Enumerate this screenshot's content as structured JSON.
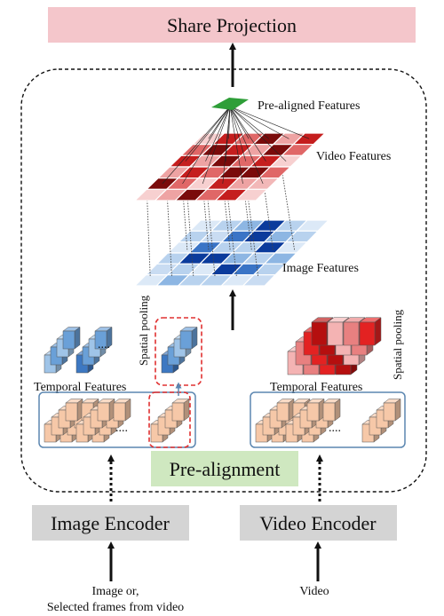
{
  "boxes": {
    "share_projection": "Share Projection",
    "pre_alignment": "Pre-alignment",
    "image_encoder": "Image Encoder",
    "video_encoder": "Video Encoder"
  },
  "labels": {
    "pre_aligned_features": "Pre-aligned Features",
    "video_features": "Video Features",
    "image_features": "Image Features",
    "temporal_features_left": "Temporal Features",
    "temporal_features_right": "Temporal Features",
    "spatial_pooling_left": "Spatial pooling",
    "spatial_pooling_right": "Spatial pooling",
    "ellipsis_1": "....",
    "ellipsis_2": "....",
    "ellipsis_3": "....",
    "ellipsis_4": "...."
  },
  "inputs": {
    "image_line1": "Image or,",
    "image_line2": "Selected frames from video",
    "video": "Video"
  },
  "colors": {
    "share_projection_fill": "#f4c6cb",
    "pre_alignment_fill": "#cfe8c0",
    "encoder_fill": "#d4d4d4",
    "frame_outline": "#5b86b0",
    "highlight_dash": "#e03030",
    "cube_peach": "#f6c8a8",
    "cube_blue": "#9fc4e8",
    "cube_red": "#e32222",
    "apex_green": "#2e9e38"
  },
  "icons": {
    "grid_image": "blue-grid-icon",
    "grid_video": "red-grid-icon",
    "apex": "green-pyramid-icon"
  }
}
